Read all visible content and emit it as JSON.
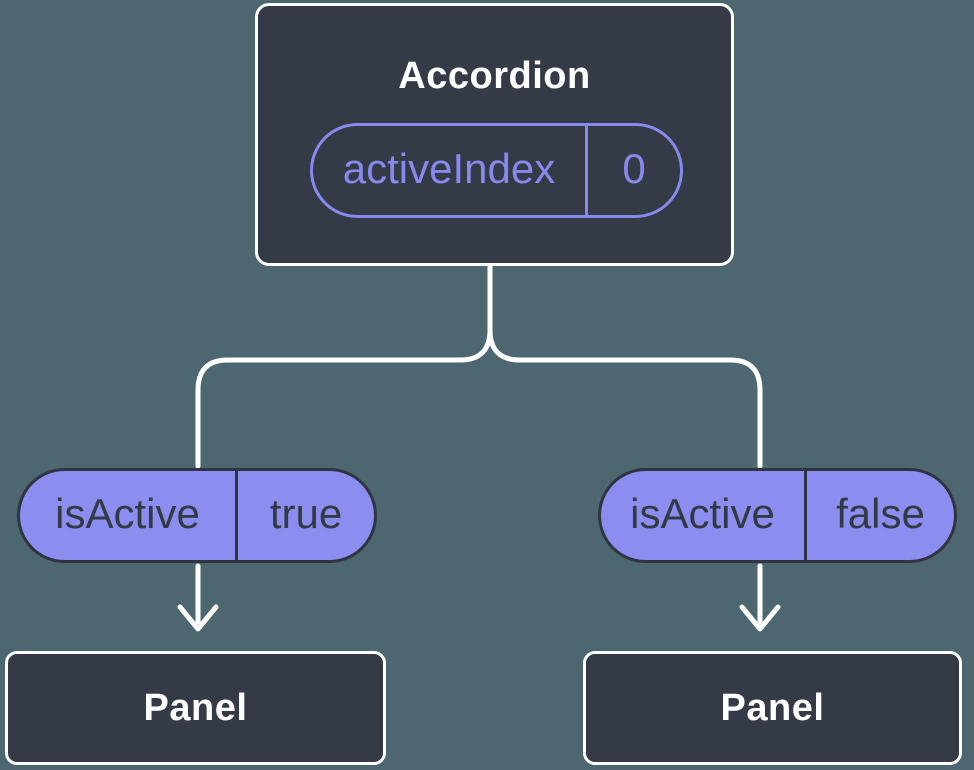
{
  "colors": {
    "background": "#4D6770",
    "node-fill": "#343B47",
    "node-border": "#FFFFFF",
    "node-text": "#FFFFFF",
    "accent": "#8789EC",
    "pill-fill": "#8B8DEF",
    "pill-border": "#2F3440",
    "pill-text": "#333A45",
    "connector": "#FFFFFF"
  },
  "root_node": {
    "title": "Accordion",
    "state": {
      "name": "activeIndex",
      "value": "0"
    }
  },
  "branches": [
    {
      "prop": {
        "name": "isActive",
        "value": "true"
      },
      "child": {
        "title": "Panel"
      }
    },
    {
      "prop": {
        "name": "isActive",
        "value": "false"
      },
      "child": {
        "title": "Panel"
      }
    }
  ]
}
